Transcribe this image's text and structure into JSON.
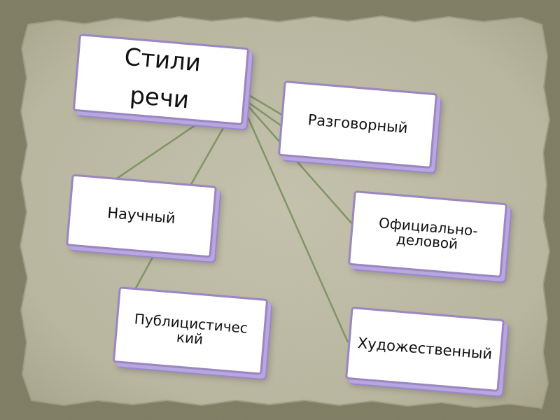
{
  "diagram": {
    "root": {
      "label": "Стили\nречи"
    },
    "nodes": [
      {
        "id": "razgovorny",
        "label": "Разговорный"
      },
      {
        "id": "nauchny",
        "label": "Научный"
      },
      {
        "id": "oficialno",
        "label": "Официально-\nделовой"
      },
      {
        "id": "publicist",
        "label": "Публицистичес\nкий"
      },
      {
        "id": "hudozh",
        "label": "Художественный"
      }
    ],
    "colors": {
      "page": "#7e7c61",
      "paper": "#bdbba3",
      "connector": "#7f9566",
      "card": "#ffffff",
      "card_border": "#9a86c2",
      "card_depth": "#b8a6e0"
    }
  }
}
